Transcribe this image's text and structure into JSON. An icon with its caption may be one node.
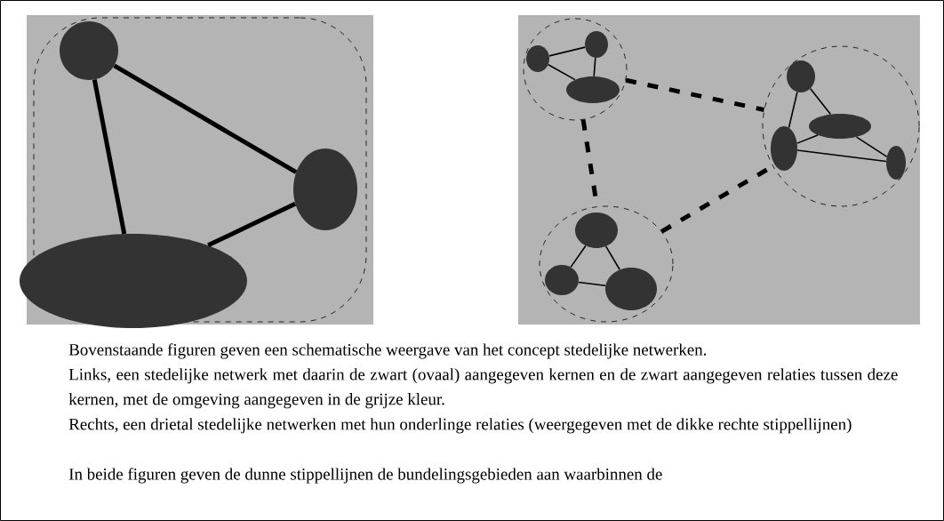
{
  "diagram": {
    "nodes": [
      {
        "text": [],
        "shape": "blob"
      },
      {
        "text": [],
        "shape": "circle",
        "in": 0
      },
      {
        "text": [],
        "shape": "circle",
        "in": 0
      },
      {
        "text": [],
        "shape": "circle",
        "in": 0
      },
      {
        "text": [],
        "shape": "circle"
      },
      {
        "text": [],
        "shape": "circle",
        "in": 4
      },
      {
        "text": [],
        "shape": "circle",
        "in": 4
      },
      {
        "text": [],
        "shape": "circle",
        "in": 4
      },
      {
        "text": [],
        "shape": "circle"
      },
      {
        "text": [],
        "shape": "circle",
        "in": 8
      },
      {
        "text": [],
        "shape": "circle",
        "in": 8
      },
      {
        "text": [],
        "shape": "circle",
        "in": 8
      },
      {
        "text": [],
        "shape": "circle",
        "in": 8
      },
      {
        "text": [],
        "shape": "circle"
      },
      {
        "text": [],
        "shape": "circle",
        "in": 13
      },
      {
        "text": [],
        "shape": "circle",
        "in": 13
      },
      {
        "text": [],
        "shape": "circle",
        "in": 13
      }
    ],
    "edges": [
      {
        "from": 1,
        "to": 2,
        "arrow": "none",
        "style": "thick"
      },
      {
        "from": 1,
        "to": 3,
        "arrow": "none",
        "style": "thick"
      },
      {
        "from": 2,
        "to": 3,
        "arrow": "none",
        "style": "thick"
      },
      {
        "from": 5,
        "to": 6,
        "arrow": "none"
      },
      {
        "from": 5,
        "to": 7,
        "arrow": "none"
      },
      {
        "from": 6,
        "to": 7,
        "arrow": "none"
      },
      {
        "from": 9,
        "to": 11,
        "arrow": "none"
      },
      {
        "from": 9,
        "to": 10,
        "arrow": "none"
      },
      {
        "from": 10,
        "to": 11,
        "arrow": "none"
      },
      {
        "from": 10,
        "to": 12,
        "arrow": "none"
      },
      {
        "from": 11,
        "to": 12,
        "arrow": "none"
      },
      {
        "from": 14,
        "to": 15,
        "arrow": "none"
      },
      {
        "from": 14,
        "to": 16,
        "arrow": "none"
      },
      {
        "from": 15,
        "to": 16,
        "arrow": "none"
      },
      {
        "from": 4,
        "to": 8,
        "arrow": "none",
        "style": "dashed"
      },
      {
        "from": 4,
        "to": 13,
        "arrow": "none",
        "style": "dashed"
      },
      {
        "from": 13,
        "to": 8,
        "arrow": "none",
        "style": "dashed"
      }
    ],
    "labels": [
      "Bovenstaande figuren geven een schematische weergave van het concept stedelijke netwerken.",
      "Links, een stedelijke netwerk met daarin de zwart (ovaal) aangegeven kernen en de zwart aangegeven relaties tussen deze kernen, met de omgeving aangegeven in de grijze kleur.",
      "Rechts, een drietal stedelijke netwerken met hun onderlinge relaties (weergegeven met de dikke rechte stippellijnen)",
      "In beide figuren geven de dunne stippellijnen de bundelingsgebieden aan waarbinnen de"
    ]
  }
}
